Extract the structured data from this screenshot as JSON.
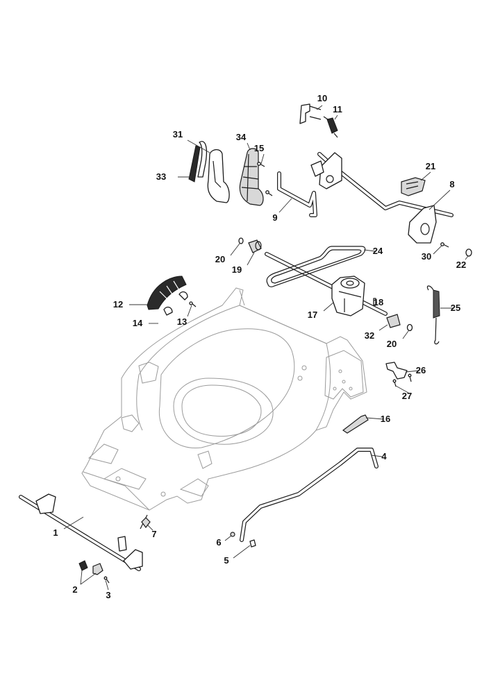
{
  "diagram": {
    "title": "Lawn mower deck, drive and height-adjust parts (exploded view)",
    "callouts": [
      {
        "id": "1",
        "label": "1"
      },
      {
        "id": "2",
        "label": "2"
      },
      {
        "id": "3",
        "label": "3"
      },
      {
        "id": "4",
        "label": "4"
      },
      {
        "id": "5",
        "label": "5"
      },
      {
        "id": "6",
        "label": "6"
      },
      {
        "id": "7",
        "label": "7"
      },
      {
        "id": "8",
        "label": "8"
      },
      {
        "id": "9",
        "label": "9"
      },
      {
        "id": "10",
        "label": "10"
      },
      {
        "id": "11",
        "label": "11"
      },
      {
        "id": "12",
        "label": "12"
      },
      {
        "id": "13",
        "label": "13"
      },
      {
        "id": "14",
        "label": "14"
      },
      {
        "id": "15",
        "label": "15"
      },
      {
        "id": "16",
        "label": "16"
      },
      {
        "id": "17",
        "label": "17"
      },
      {
        "id": "18",
        "label": "18"
      },
      {
        "id": "19",
        "label": "19"
      },
      {
        "id": "20a",
        "label": "20"
      },
      {
        "id": "20b",
        "label": "20"
      },
      {
        "id": "21",
        "label": "21"
      },
      {
        "id": "22",
        "label": "22"
      },
      {
        "id": "24",
        "label": "24"
      },
      {
        "id": "25",
        "label": "25"
      },
      {
        "id": "26",
        "label": "26"
      },
      {
        "id": "27",
        "label": "27"
      },
      {
        "id": "30",
        "label": "30"
      },
      {
        "id": "31",
        "label": "31"
      },
      {
        "id": "32",
        "label": "32"
      },
      {
        "id": "33",
        "label": "33"
      },
      {
        "id": "34",
        "label": "34"
      }
    ],
    "parts": [
      {
        "number": "1",
        "name": "front-axle"
      },
      {
        "number": "2",
        "name": "height-adjust-clip"
      },
      {
        "number": "3",
        "name": "screw"
      },
      {
        "number": "4",
        "name": "rear-height-adjust-rod"
      },
      {
        "number": "5",
        "name": "pin"
      },
      {
        "number": "6",
        "name": "nut"
      },
      {
        "number": "7",
        "name": "spring"
      },
      {
        "number": "8",
        "name": "rear-axle-bracket"
      },
      {
        "number": "9",
        "name": "link-rod"
      },
      {
        "number": "10",
        "name": "clip"
      },
      {
        "number": "11",
        "name": "tension-spring"
      },
      {
        "number": "12",
        "name": "height-adjust-sector"
      },
      {
        "number": "13",
        "name": "screw"
      },
      {
        "number": "14",
        "name": "washer-plate"
      },
      {
        "number": "15",
        "name": "screw"
      },
      {
        "number": "16",
        "name": "bracket"
      },
      {
        "number": "17",
        "name": "gearbox"
      },
      {
        "number": "18",
        "name": "pin"
      },
      {
        "number": "19",
        "name": "drive-pinion"
      },
      {
        "number": "20",
        "name": "circlip"
      },
      {
        "number": "21",
        "name": "cover"
      },
      {
        "number": "22",
        "name": "washer"
      },
      {
        "number": "24",
        "name": "drive-belt"
      },
      {
        "number": "25",
        "name": "extension-spring"
      },
      {
        "number": "26",
        "name": "belt-guide"
      },
      {
        "number": "27",
        "name": "screw"
      },
      {
        "number": "30",
        "name": "screw"
      },
      {
        "number": "31",
        "name": "lever-cover"
      },
      {
        "number": "32",
        "name": "drive-pinion"
      },
      {
        "number": "33",
        "name": "lever-grip-strip"
      },
      {
        "number": "34",
        "name": "lever-housing"
      }
    ]
  }
}
